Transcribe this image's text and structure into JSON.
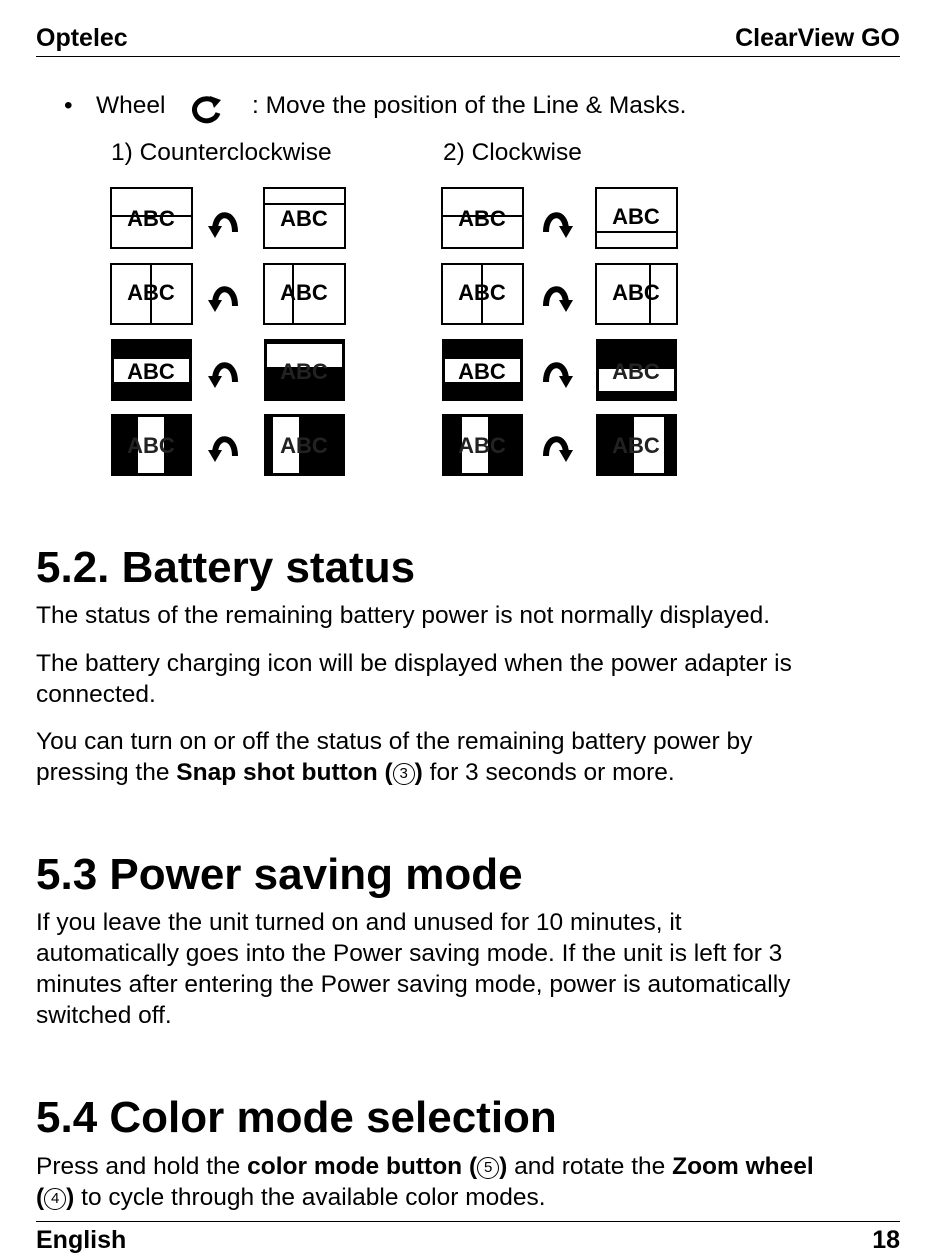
{
  "header": {
    "left": "Optelec",
    "right": "ClearView GO"
  },
  "bullet": {
    "label": "Wheel",
    "icon": "rotate-wheel-icon",
    "text": ": Move the position of the Line & Masks.",
    "col1": "1) Counterclockwise",
    "col2": "2) Clockwise",
    "sample_text": "ABC"
  },
  "sec52": {
    "title": "5.2. Battery status",
    "p1": "The status of the remaining battery power is not normally displayed.",
    "p2a": "The battery charging icon will be displayed when the power adapter is",
    "p2b": "connected.",
    "p3a": "You can turn on or off the status of the remaining battery power by",
    "p3b_pre": "pressing the ",
    "p3b_bold": "Snap shot button (",
    "p3b_num": "3",
    "p3b_close": ")",
    "p3b_post": " for 3 seconds or more."
  },
  "sec53": {
    "title": "5.3 Power saving mode",
    "l1": "If you leave the unit turned on and unused for 10 minutes, it",
    "l2": "automatically goes into the Power saving mode. If the unit is left for 3",
    "l3": "minutes after entering the Power saving mode, power is automatically",
    "l4": "switched off."
  },
  "sec54": {
    "title": "5.4 Color mode selection",
    "l1_pre": "Press and hold the ",
    "l1_bold": "color mode button (",
    "l1_num": "5",
    "l1_close": ")",
    "l1_mid": " and rotate the ",
    "l1_bold2": "Zoom wheel",
    "l2_open": "(",
    "l2_num": "4",
    "l2_close": ")",
    "l2_post": " to cycle through the available color modes."
  },
  "footer": {
    "left": "English",
    "right": "18"
  }
}
